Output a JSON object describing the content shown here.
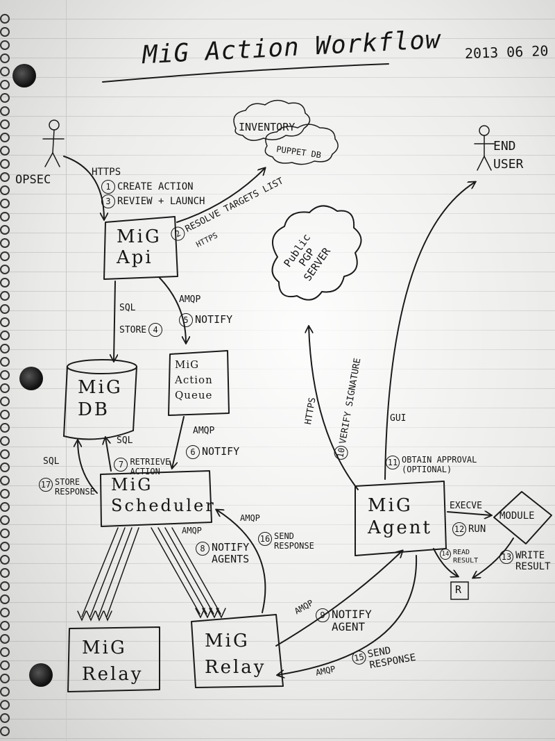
{
  "title": "MiG Action Workflow",
  "date": "2013 06 20",
  "actors": {
    "opsec": "OPSEC",
    "end_user": "END USER"
  },
  "clouds": {
    "inventory": "INVENTORY",
    "puppetdb": "PUPPET DB",
    "pgp_server": "Public PGP SERVER"
  },
  "boxes": {
    "api": "MiG Api",
    "db": "MiG DB",
    "queue": "MiG Action Queue",
    "scheduler": "MiG Scheduler",
    "relay_left": "MiG Relay",
    "relay_right": "MiG Relay",
    "agent": "MiG Agent",
    "module": "MODULE",
    "result": "R"
  },
  "labels": {
    "https_opsec": "HTTPS",
    "step1": "1",
    "step1_text": "CREATE ACTION",
    "step3": "3",
    "step3_text": "REVIEW + LAUNCH",
    "https_resolve": "HTTPS",
    "step2": "2",
    "step2_text": "RESOLVE TARGETS LIST",
    "sql_store": "SQL",
    "store_text": "STORE",
    "step4": "4",
    "amqp_notify": "AMQP",
    "step5": "5",
    "step5_text": "NOTIFY",
    "amqp_queue": "AMQP",
    "step6": "6",
    "step6_text": "NOTIFY",
    "sql_retrieve": "SQL",
    "step7": "7",
    "step7_text": "RETRIEVE ACTION",
    "sql_store_resp": "SQL",
    "step17": "17",
    "step17_text": "STORE RESPONSE",
    "amqp_agents": "AMQP",
    "step8": "8",
    "step8_text": "NOTIFY AGENTS",
    "amqp_send": "AMQP",
    "step16": "16",
    "step16_text": "SEND RESPONSE",
    "amqp_agent": "AMQP",
    "step9": "9",
    "step9_text": "NOTIFY AGENT",
    "amqp_resp": "AMQP",
    "step15": "15",
    "step15_text": "SEND RESPONSE",
    "https_verify": "HTTPS",
    "step10": "10",
    "step10_text": "VERIFY SIGNATURE",
    "gui": "GUI",
    "step11": "11",
    "step11_text": "OBTAIN APPROVAL (OPTIONAL)",
    "execve": "EXECVE",
    "step12": "12",
    "step12_text": "RUN",
    "step13": "13",
    "step13_text": "WRITE RESULT",
    "step14": "14",
    "step14_text": "READ RESULT"
  }
}
